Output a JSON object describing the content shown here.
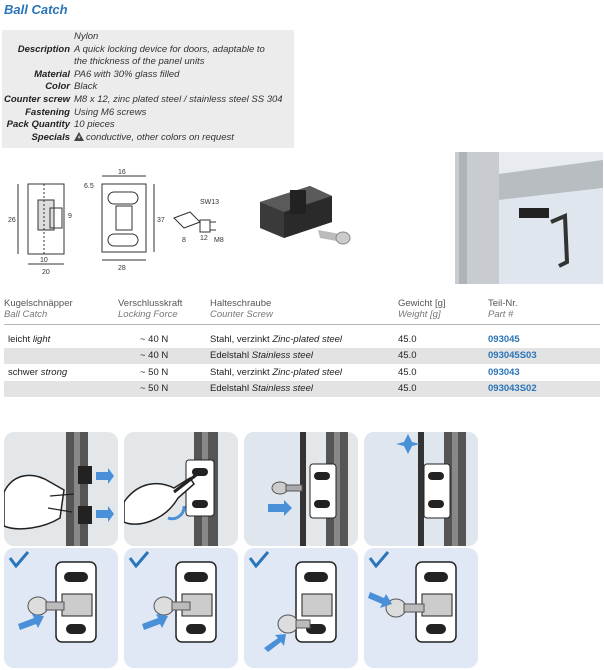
{
  "title": "Ball Catch",
  "spec": {
    "first_value": "Nylon",
    "rows": [
      {
        "key": "Description",
        "value": "A quick locking device for doors, adaptable to"
      },
      {
        "key": "",
        "value": "the thickness of the panel units"
      },
      {
        "key": "Material",
        "value": "PA6 with 30% glass filled"
      },
      {
        "key": "Color",
        "value": "Black"
      },
      {
        "key": "Counter screw",
        "value": "M8 x 12, zinc plated steel / stainless steel SS 304"
      },
      {
        "key": "Fastening",
        "value": "Using M6 screws"
      },
      {
        "key": "Pack Quantity",
        "value": "10 pieces"
      },
      {
        "key": "Specials",
        "value": "conductive, other colors on request"
      }
    ]
  },
  "drawing": {
    "dims": [
      "16",
      "6.5",
      "26",
      "9",
      "37",
      "10",
      "20",
      "28",
      "SW13",
      "8",
      "12",
      "M8"
    ]
  },
  "table": {
    "headers": [
      {
        "de": "Kugelschnäpper",
        "en": "Ball Catch"
      },
      {
        "de": "Verschlusskraft",
        "en": "Locking Force"
      },
      {
        "de": "Halteschraube",
        "en": "Counter Screw"
      },
      {
        "de": "Gewicht [g]",
        "en": "Weight [g]"
      },
      {
        "de": "Teil-Nr.",
        "en": "Part #"
      }
    ],
    "rows": [
      {
        "catch_de": "leicht",
        "catch_en": "light",
        "force": "~ 40 N",
        "screw_de": "Stahl, verzinkt",
        "screw_en": "Zinc-plated steel",
        "weight": "45.0",
        "part": "093045"
      },
      {
        "catch_de": "",
        "catch_en": "",
        "force": "~ 40 N",
        "screw_de": "Edelstahl",
        "screw_en": "Stainless steel",
        "weight": "45.0",
        "part": "093045S03"
      },
      {
        "catch_de": "schwer",
        "catch_en": "strong",
        "force": "~ 50 N",
        "screw_de": "Stahl, verzinkt",
        "screw_en": "Zinc-plated steel",
        "weight": "45.0",
        "part": "093043"
      },
      {
        "catch_de": "",
        "catch_en": "",
        "force": "~ 50 N",
        "screw_de": "Edelstahl",
        "screw_en": "Stainless steel",
        "weight": "45.0",
        "part": "093043S02"
      }
    ]
  },
  "colors": {
    "accent": "#2a74b8",
    "arrow": "#4a90d9",
    "panel_bg": "#e4e7ea",
    "spec_bg": "#ececec"
  },
  "icons": [
    "conductive-icon",
    "checkmark-icon"
  ]
}
